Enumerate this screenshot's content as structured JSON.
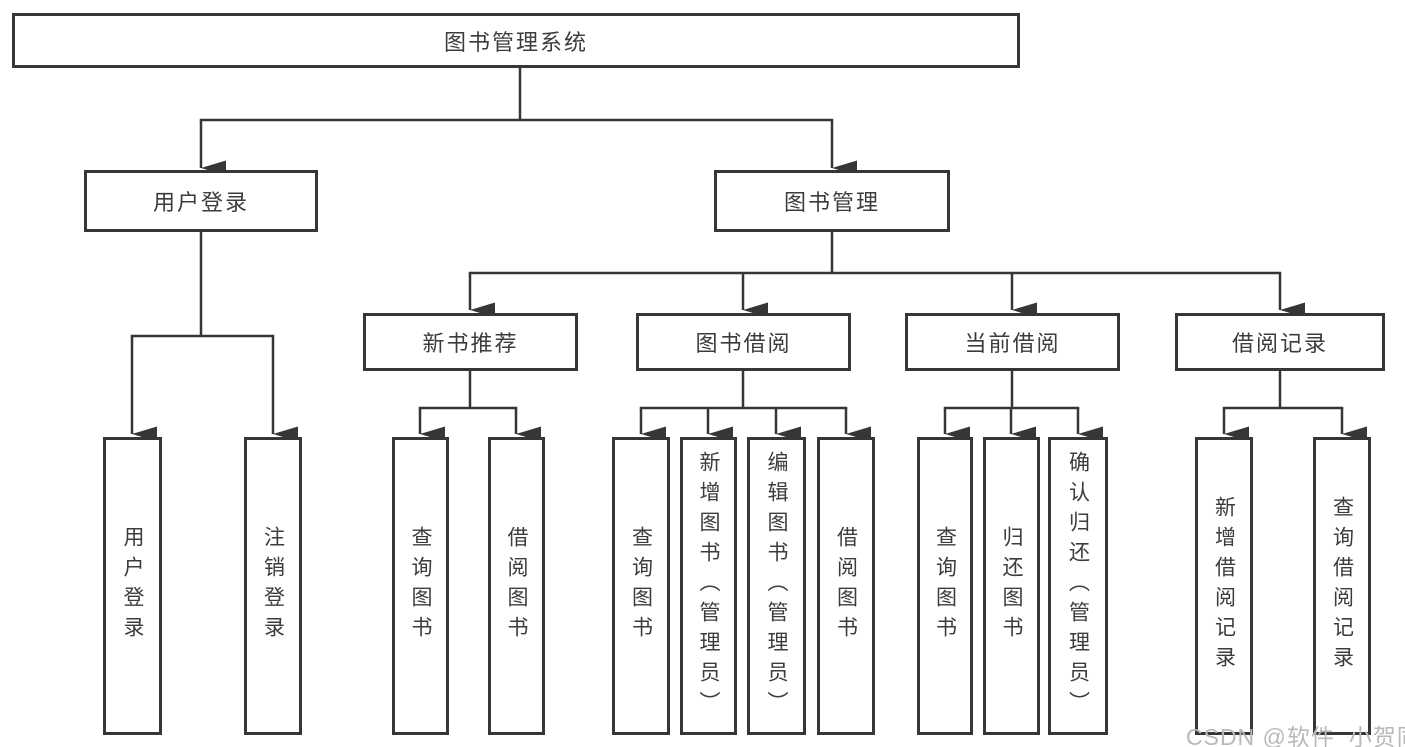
{
  "tree": {
    "label": "图书管理系统",
    "children": [
      {
        "label": "用户登录",
        "children": [
          {
            "label": "用户登录"
          },
          {
            "label": "注销登录"
          }
        ]
      },
      {
        "label": "图书管理",
        "children": [
          {
            "label": "新书推荐",
            "children": [
              {
                "label": "查询图书"
              },
              {
                "label": "借阅图书"
              }
            ]
          },
          {
            "label": "图书借阅",
            "children": [
              {
                "label": "查询图书"
              },
              {
                "label": "新增图书（管理员）"
              },
              {
                "label": "编辑图书（管理员）"
              },
              {
                "label": "借阅图书"
              }
            ]
          },
          {
            "label": "当前借阅",
            "children": [
              {
                "label": "查询图书"
              },
              {
                "label": "归还图书"
              },
              {
                "label": "确认归还（管理员）"
              }
            ]
          },
          {
            "label": "借阅记录",
            "children": [
              {
                "label": "新增借阅记录"
              },
              {
                "label": "查询借阅记录"
              }
            ]
          }
        ]
      }
    ]
  },
  "watermark": {
    "text": "CSDN @软件_小贺同学"
  },
  "colors": {
    "line": "#363636",
    "border": "#363636",
    "text": "#3c3c3c",
    "background": "#ffffff",
    "watermark": "#b9b9b9"
  }
}
